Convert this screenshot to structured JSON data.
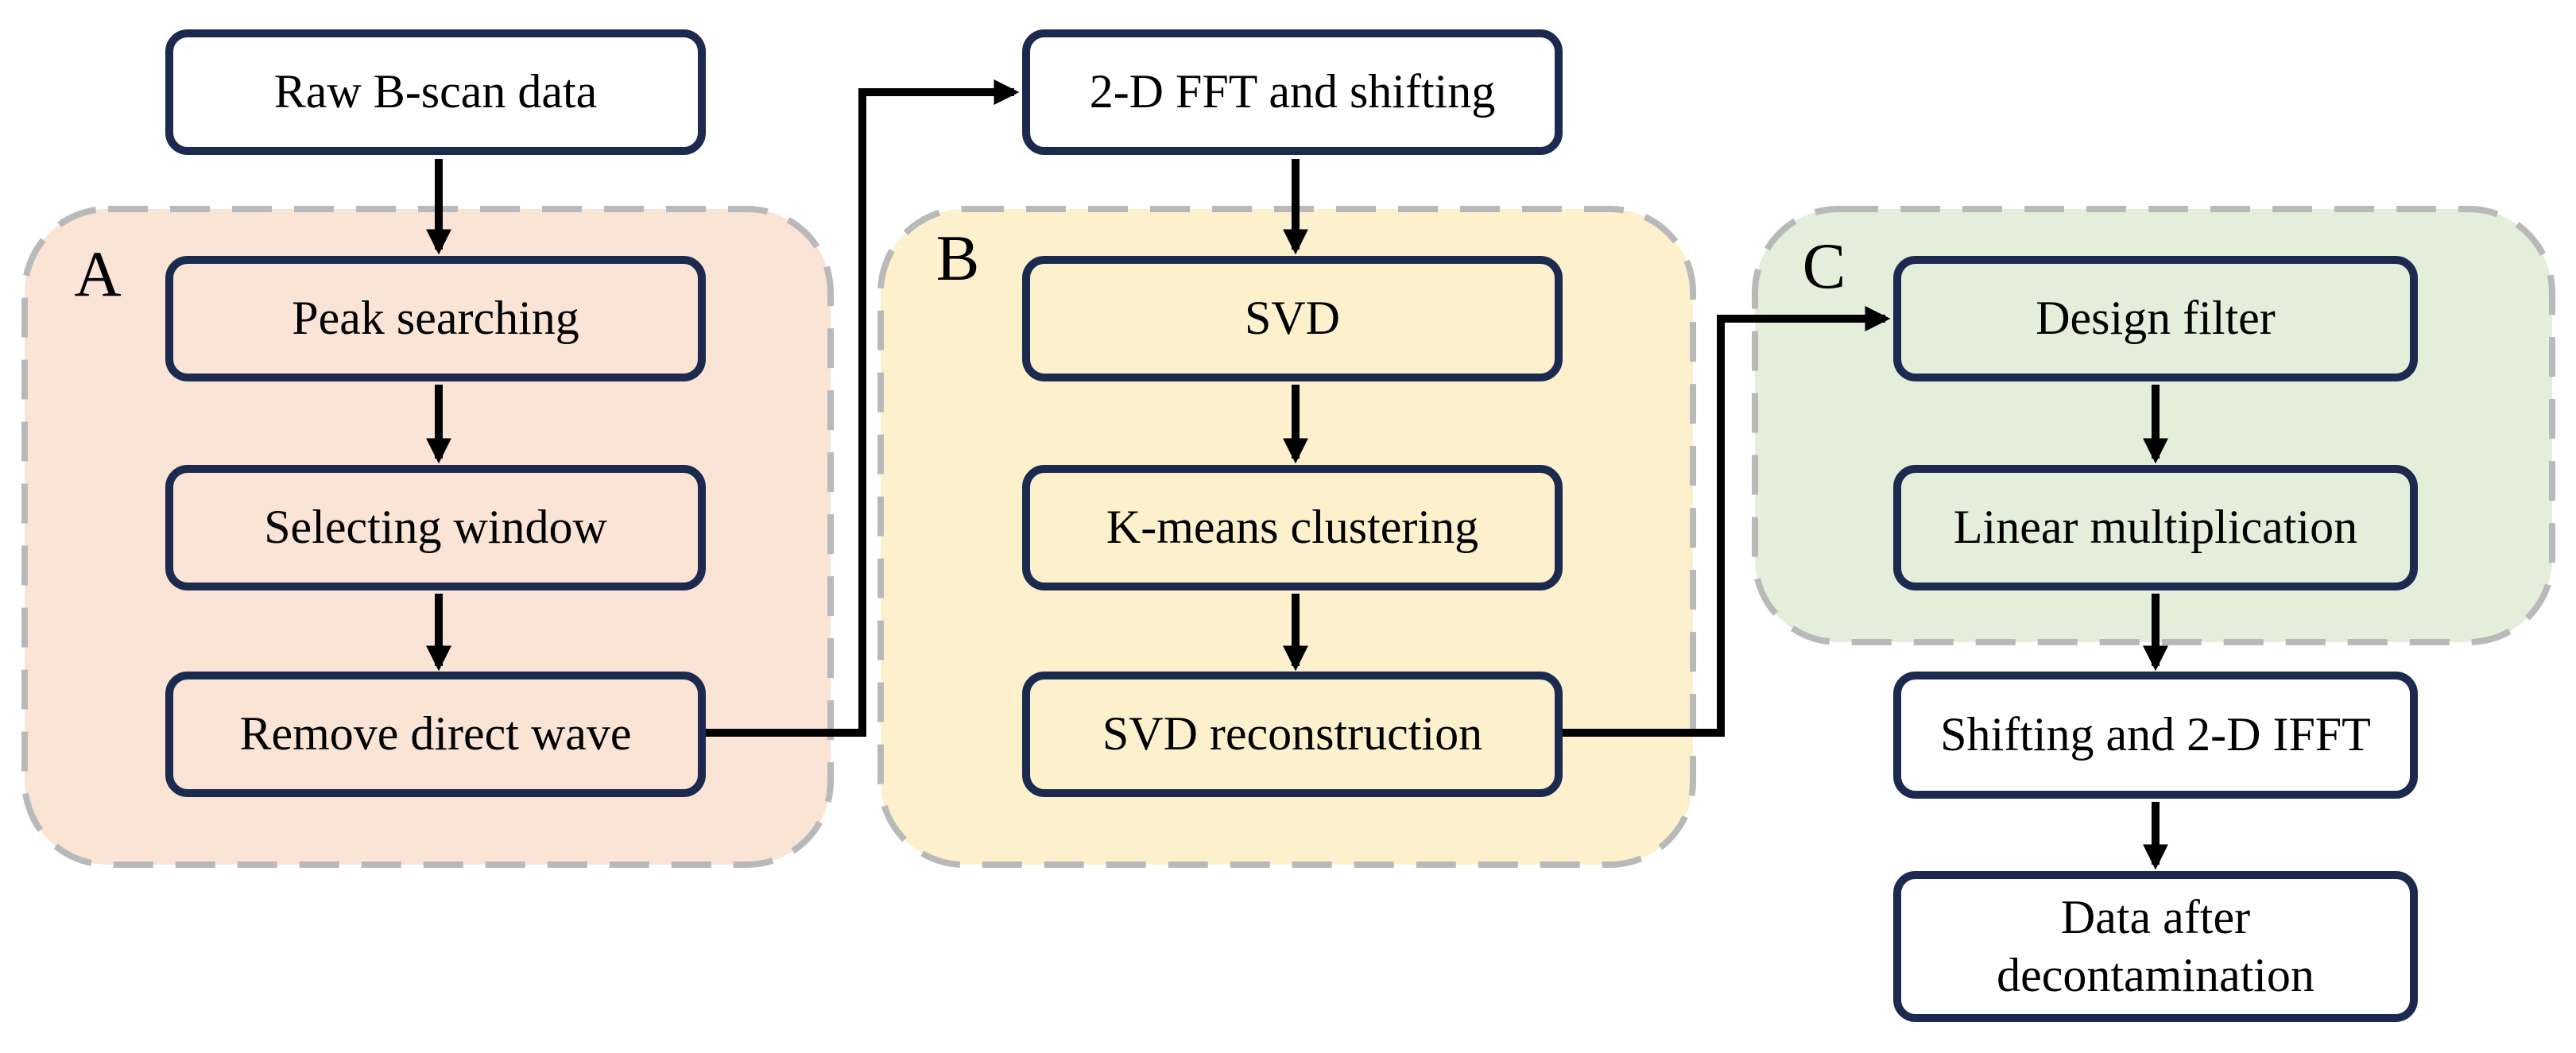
{
  "figure": {
    "nodes": {
      "raw": {
        "label": "Raw B-scan data"
      },
      "fft": {
        "label": "2-D FFT and shifting"
      },
      "peak": {
        "label": "Peak searching"
      },
      "window": {
        "label": "Selecting window"
      },
      "remove": {
        "label": "Remove direct wave"
      },
      "svd": {
        "label": "SVD"
      },
      "kmeans": {
        "label": "K-means clustering"
      },
      "svdrec": {
        "label": "SVD reconstruction"
      },
      "design": {
        "label": "Design filter"
      },
      "linear": {
        "label": "Linear multiplication"
      },
      "ifft": {
        "label": "Shifting and 2-D IFFT"
      },
      "decon": {
        "label": "Data after decontamination"
      }
    },
    "groups": {
      "a": {
        "label": "A",
        "fill": "#f9e4d6"
      },
      "b": {
        "label": "B",
        "fill": "#fdf1cd"
      },
      "c": {
        "label": "C",
        "fill": "#e3eedb"
      }
    },
    "colors": {
      "node_border": "#1b2a4e",
      "arrow": "#000000",
      "group_dash": "#b9b9b9",
      "text": "#000000",
      "background": "#ffffff"
    },
    "edges": [
      {
        "from": "raw",
        "to": "peak"
      },
      {
        "from": "peak",
        "to": "window"
      },
      {
        "from": "window",
        "to": "remove"
      },
      {
        "from": "remove",
        "to": "fft"
      },
      {
        "from": "fft",
        "to": "svd"
      },
      {
        "from": "svd",
        "to": "kmeans"
      },
      {
        "from": "kmeans",
        "to": "svdrec"
      },
      {
        "from": "svdrec",
        "to": "design"
      },
      {
        "from": "design",
        "to": "linear"
      },
      {
        "from": "linear",
        "to": "ifft"
      },
      {
        "from": "ifft",
        "to": "decon"
      }
    ]
  }
}
